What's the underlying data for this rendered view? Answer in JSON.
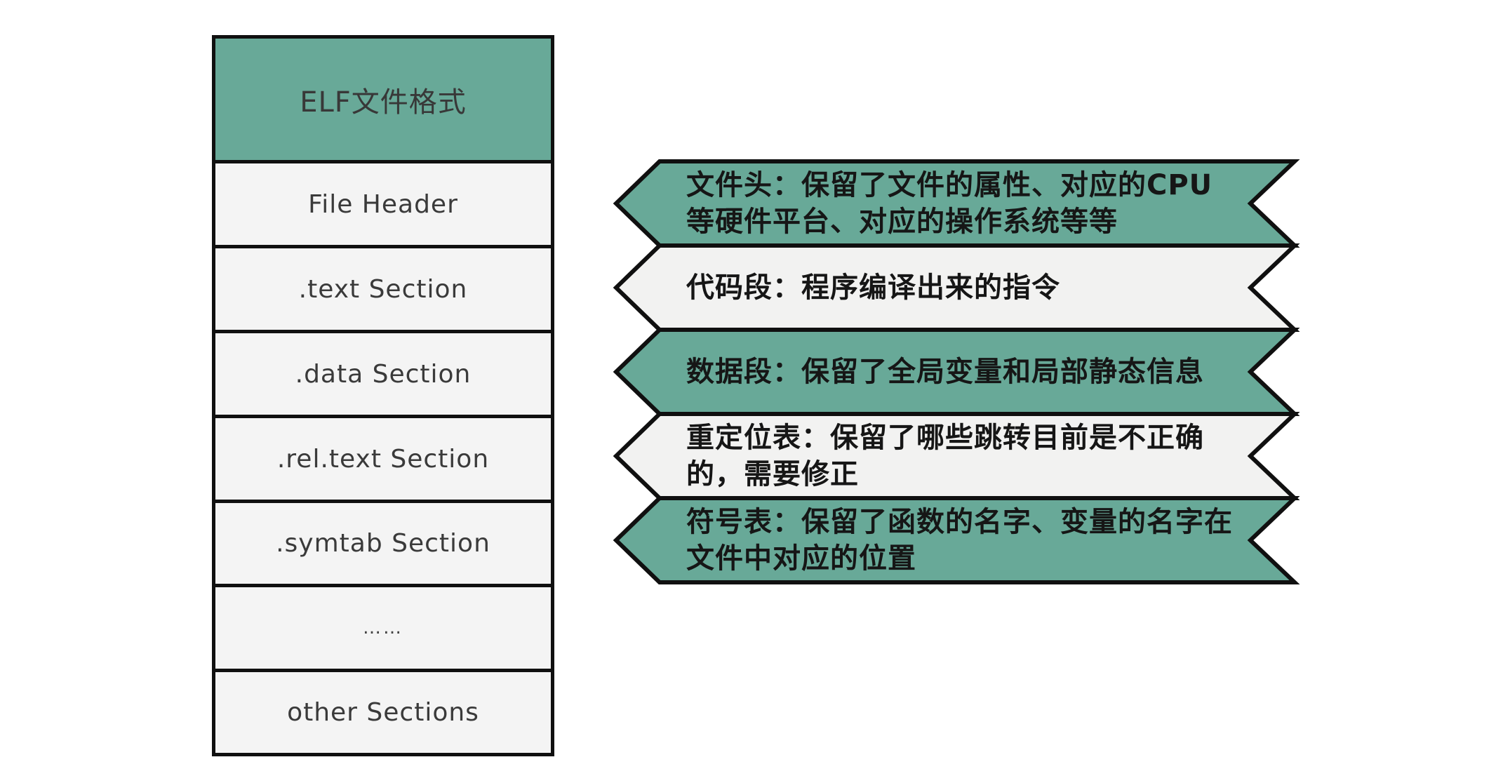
{
  "diagram_title": "ELF文件格式",
  "palette": {
    "teal": "#68a998",
    "row_gray": "#f4f4f4",
    "ribbon_gray": "#f2f2f1",
    "border": "#101010",
    "label_text": "#3a3a3a",
    "ribbon_text": "#161616",
    "background": "#ffffff"
  },
  "stack": {
    "rows": [
      {
        "label": "ELF文件格式"
      },
      {
        "label": "File Header"
      },
      {
        "label": ".text Section"
      },
      {
        "label": ".data Section"
      },
      {
        "label": ".rel.text Section"
      },
      {
        "label": ".symtab Section"
      },
      {
        "label": "……"
      },
      {
        "label": "other Sections"
      }
    ]
  },
  "ribbons": [
    {
      "text": "文件头：保留了文件的属性、对应的CPU\n等硬件平台、对应的操作系统等等",
      "color": "#68a998"
    },
    {
      "text": "代码段：程序编译出来的指令",
      "color": "#f2f2f1"
    },
    {
      "text": "数据段：保留了全局变量和局部静态信息",
      "color": "#68a998"
    },
    {
      "text": "重定位表：保留了哪些跳转目前是不正确\n的，需要修正",
      "color": "#f2f2f1"
    },
    {
      "text": "符号表：保留了函数的名字、变量的名字在\n文件中对应的位置",
      "color": "#68a998"
    }
  ]
}
